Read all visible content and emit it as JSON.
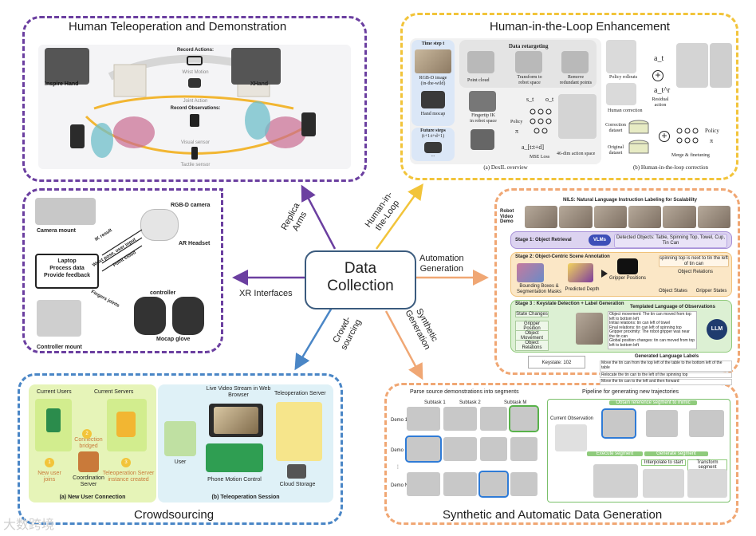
{
  "colors": {
    "purple": "#6b3fa0",
    "yellow": "#f2c43a",
    "orange": "#f0a774",
    "blue": "#4a86c6",
    "center_border": "#3b5b7e"
  },
  "center": {
    "line1": "Data",
    "line2": "Collection"
  },
  "arrows": {
    "replica": {
      "line1": "Replica",
      "line2": "Arms"
    },
    "xr": "XR Interfaces",
    "hitl": {
      "line1": "Human-in-",
      "line2": "the-Loop"
    },
    "automation": {
      "line1": "Automation",
      "line2": "Generation"
    },
    "synthetic": {
      "line1": "Synthetic",
      "line2": "Generation"
    },
    "crowd": {
      "line1": "Crowd-",
      "line2": "sourcing"
    }
  },
  "teleop": {
    "title": "Human Teleoperation and Demonstration",
    "inspire": "Inspire Hand",
    "xhand": "XHand",
    "record_actions": "Record Actions:",
    "wrist_motion": "Wrist Motion",
    "joint_action": "Joint Action",
    "record_obs": "Record Observations:",
    "visual": "Visual sensor",
    "tactile": "Tactile sensor"
  },
  "xr": {
    "camera_mount": "Camera mount",
    "rgbd": "RGB-D camera",
    "ar": "AR Headset",
    "laptop1": "Laptop",
    "laptop2": "Process data",
    "laptop3": "Provide feedback",
    "ik": "IK result",
    "wrist": "Wrist pose, user input",
    "pointcloud": "Point cloud",
    "fingers": "Fingers joints",
    "controller": "controller",
    "mocap": "Mocap glove",
    "controller_mount": "Controller mount"
  },
  "hitl": {
    "title": "Human-in-the-Loop Enhancement",
    "timestep": "Time step t",
    "rgbd_image": "RGB-D image",
    "in_wild": "(in-the-wild)",
    "hand_mocap": "Hand mocap",
    "future": "Future steps",
    "future_range": "(t+1:t+d+1)",
    "ellipsis": "...",
    "data_retarget": "Data retargeting",
    "point_cloud": "Point cloud",
    "transform": "Transform to",
    "robot_space": "robot space",
    "remove": "Remove",
    "redundant": "redundant points",
    "fingertip": "Fingertip IK",
    "in_robot_space": "in robot space",
    "st": "s_t",
    "ot": "o_t",
    "policy": "Policy",
    "pi": "π",
    "mse": "MSE Loss",
    "action_seq": "a_[t:t+d]",
    "action_space": "46-dim action space",
    "caption_a": "(a) DexIL overview",
    "policy_rollouts": "Policy rollouts",
    "human_correction": "Human correction",
    "residual": "Residual",
    "residual2": "action",
    "at": "a_t",
    "atr": "a_t^r",
    "correction_dataset": "Correction",
    "correction_dataset2": "dataset",
    "original_dataset": "Original",
    "original_dataset2": "dataset",
    "merge": "Merge & finetuning",
    "policy2": "Policy",
    "pi2": "π",
    "caption_b": "(b) Human-in-the-loop correction"
  },
  "nils": {
    "title": "NILS: Natural Language Instruction Labeling for Scalability",
    "robot_video": "Robot Video Demo",
    "stage1": "Stage 1: Object Retrieval",
    "vlms": "VLMs",
    "detected": "Detected Objects: Table, Spinning Top, Towel, Cup, Tin Can",
    "stage2": "Stage 2: Object-Centric Scene Annotation",
    "bbox": "Bounding Boxes & Segmentation Masks",
    "depth": "Predicted Depth",
    "gripper_positions": "Gripper Positions",
    "object_relations": "Object Relations",
    "object_states": "Object States",
    "gripper_states": "Gripper States",
    "spin_note": "spinning top is next to tin the left of tin can",
    "stage3": "Stage 3 : Keystate Detection + Label Generation",
    "templated": "Templated Language of Observations",
    "keystate": "Keystate: 102",
    "llm": "LLM",
    "generated": "Generated Language Labels",
    "label1": "Move the tin can from the top left of the table to the bottom left of the table",
    "label2": "Relocate the tin can to the left of the spinning top",
    "label3": "Move the tin can to the left and then forward",
    "obs1": "Object movement: The tin can moved from top left to bottom left",
    "obs2": "Initial relations: tin can left of towel",
    "obs3": "Final relations: tin can left of spinning top",
    "obs4": "Gripper proximity: The robot gripper was near the tin can",
    "obs5": "Global position changes: tin can moved from top left to bottom left",
    "state_changes": "State Changes",
    "gripper_pos": "Gripper Position",
    "object_movement": "Object Movement",
    "object_relations_short": "Object Relations"
  },
  "crowd": {
    "title": "Crowdsourcing",
    "current_users": "Current Users",
    "current_servers": "Current Servers",
    "connection": "Connection bridged",
    "new_user": "New user joins",
    "teleop_server_instance": "Teleoperation Server instance created",
    "coordination": "Coordination Server",
    "caption_a": "(a) New User Connection",
    "live_video": "Live Video Stream in Web Browser",
    "teleop_server": "Teleoperation Server",
    "user": "User",
    "phone_motion": "Phone Motion Control",
    "cloud": "Cloud Storage",
    "caption_b": "(b) Teleoperation Session",
    "n1": "1",
    "n2": "2",
    "n3": "3"
  },
  "synth": {
    "title": "Synthetic and Automatic Data Generation",
    "parse": "Parse source demonstrations into segments",
    "pipeline": "Pipeline for generating new trajectories",
    "subtask1": "Subtask 1",
    "subtask2": "Subtask 2",
    "subtaskm": "Subtask M",
    "demo1": "Demo 1",
    "demo2": "Demo 2",
    "demon": "Demo N",
    "current_obs": "Current Observation",
    "obtain": "Obtain reference segment to mimic",
    "execute": "Execute segment",
    "generate": "Generate segment",
    "interp": "Interpolate to start",
    "transform": "Transform segment",
    "vdots": "⋮"
  },
  "watermark": "大数跨境"
}
